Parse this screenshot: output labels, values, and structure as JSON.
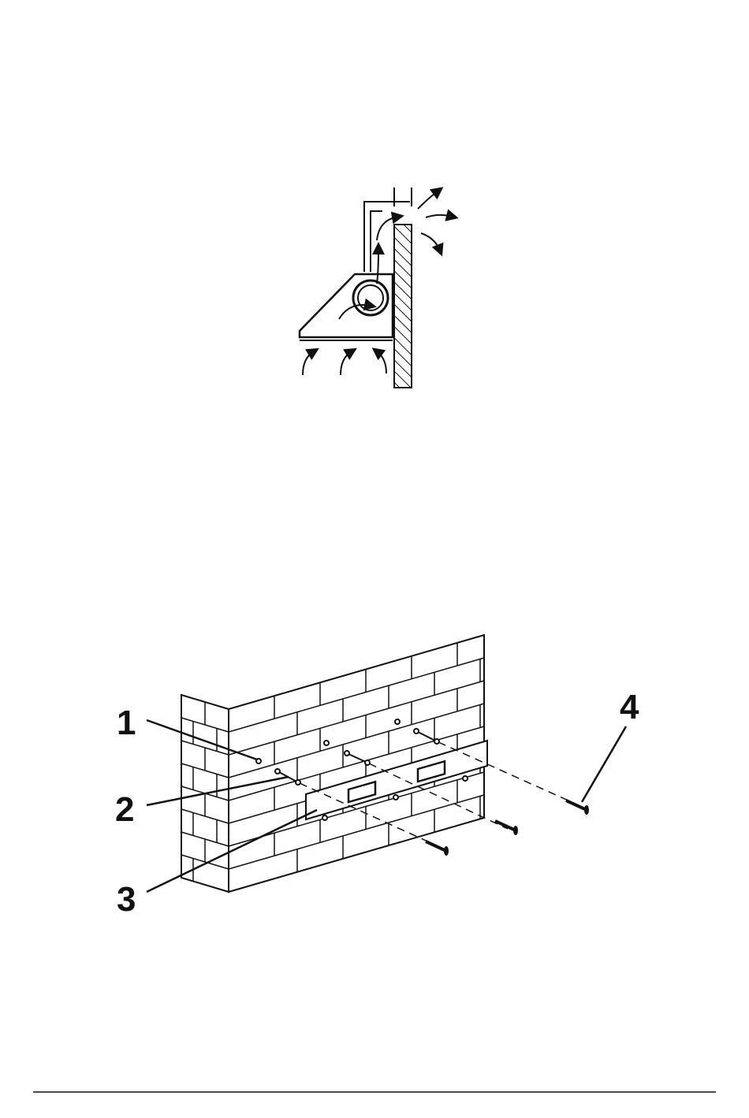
{
  "installation": {
    "labels": [
      "1",
      "2",
      "3",
      "4"
    ]
  },
  "colors": {
    "ink": "#111111",
    "paper": "#ffffff"
  },
  "icons": {
    "airflow": "curved-arrow-icon",
    "fan": "fan-motor-icon",
    "screw": "screw-icon"
  }
}
